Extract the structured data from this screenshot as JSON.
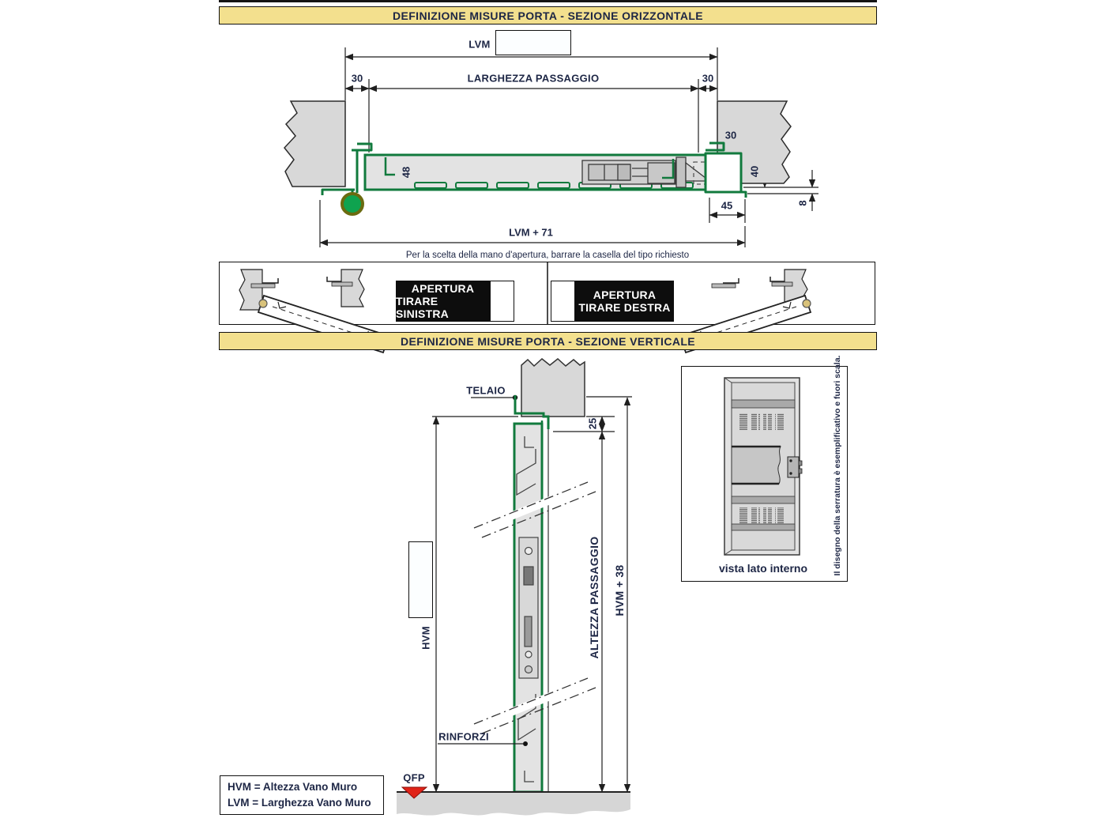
{
  "banners": {
    "horizontal": "DEFINIZIONE MISURE PORTA - SEZIONE ORIZZONTALE",
    "vertical": "DEFINIZIONE MISURE PORTA - SEZIONE VERTICALE"
  },
  "horizontal_section": {
    "lvm_label": "LVM",
    "lvm_value": "",
    "larghezza_passaggio": "LARGHEZZA PASSAGGIO",
    "dim_30_left": "30",
    "dim_30_right": "30",
    "dim_48": "48",
    "dim_30_frame": "30",
    "dim_40": "40",
    "dim_8": "8",
    "dim_45": "45",
    "dim_total": "LVM + 71"
  },
  "selection": {
    "instruction": "Per la scelta della mano d'apertura, barrare la casella del tipo richiesto",
    "left_option": {
      "line1": "APERTURA",
      "line2": "TIRARE SINISTRA"
    },
    "right_option": {
      "line1": "APERTURA",
      "line2": "TIRARE DESTRA"
    }
  },
  "vertical_section": {
    "telaio": "TELAIO",
    "dim_25": "25",
    "hvm_label": "HVM",
    "hvm_value": "",
    "altezza_passaggio": "ALTEZZA PASSAGGIO",
    "hvm_38": "HVM + 38",
    "rinforzi": "RINFORZI",
    "qfp": "QFP"
  },
  "door_view": {
    "caption": "vista lato interno",
    "note": "Il disegno della serratura è esemplificativo e fuori scala."
  },
  "legend": {
    "hvm": "HVM = Altezza Vano Muro",
    "lvm": "LVM = Larghezza Vano Muro"
  },
  "colors": {
    "banner_bg": "#F3E08E",
    "navy_text": "#1D2645",
    "frame_green": "#117A3D",
    "hinge_green": "#0FA34F",
    "qfp_red": "#E02318",
    "wall_gray": "#D8D8D8",
    "panel_gray": "#E3E3E3",
    "line": "#1F1F1F"
  }
}
